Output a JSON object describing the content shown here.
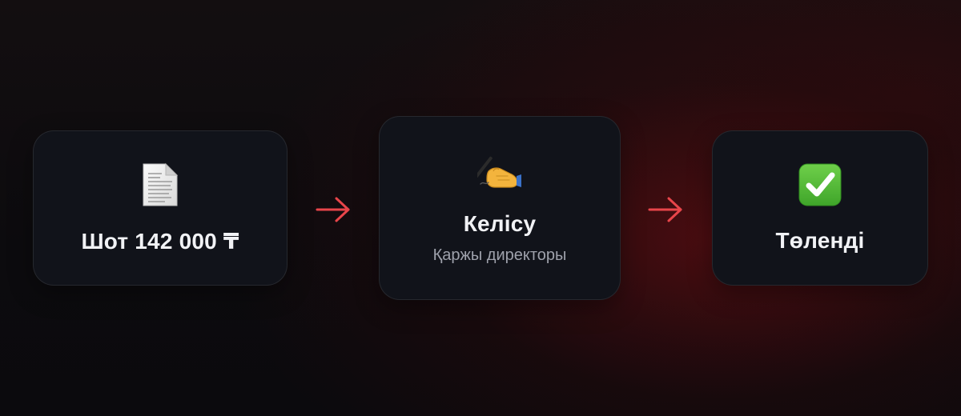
{
  "flow": {
    "steps": [
      {
        "icon": "document-icon",
        "title": "Шот 142 000 ₸"
      },
      {
        "icon": "writing-hand-icon",
        "title": "Келісу",
        "subtitle": "Қаржы директоры"
      },
      {
        "icon": "check-mark-button-icon",
        "title": "Төленді"
      }
    ],
    "arrow_color": "#e8454a",
    "check_color": "#4fbf33"
  }
}
